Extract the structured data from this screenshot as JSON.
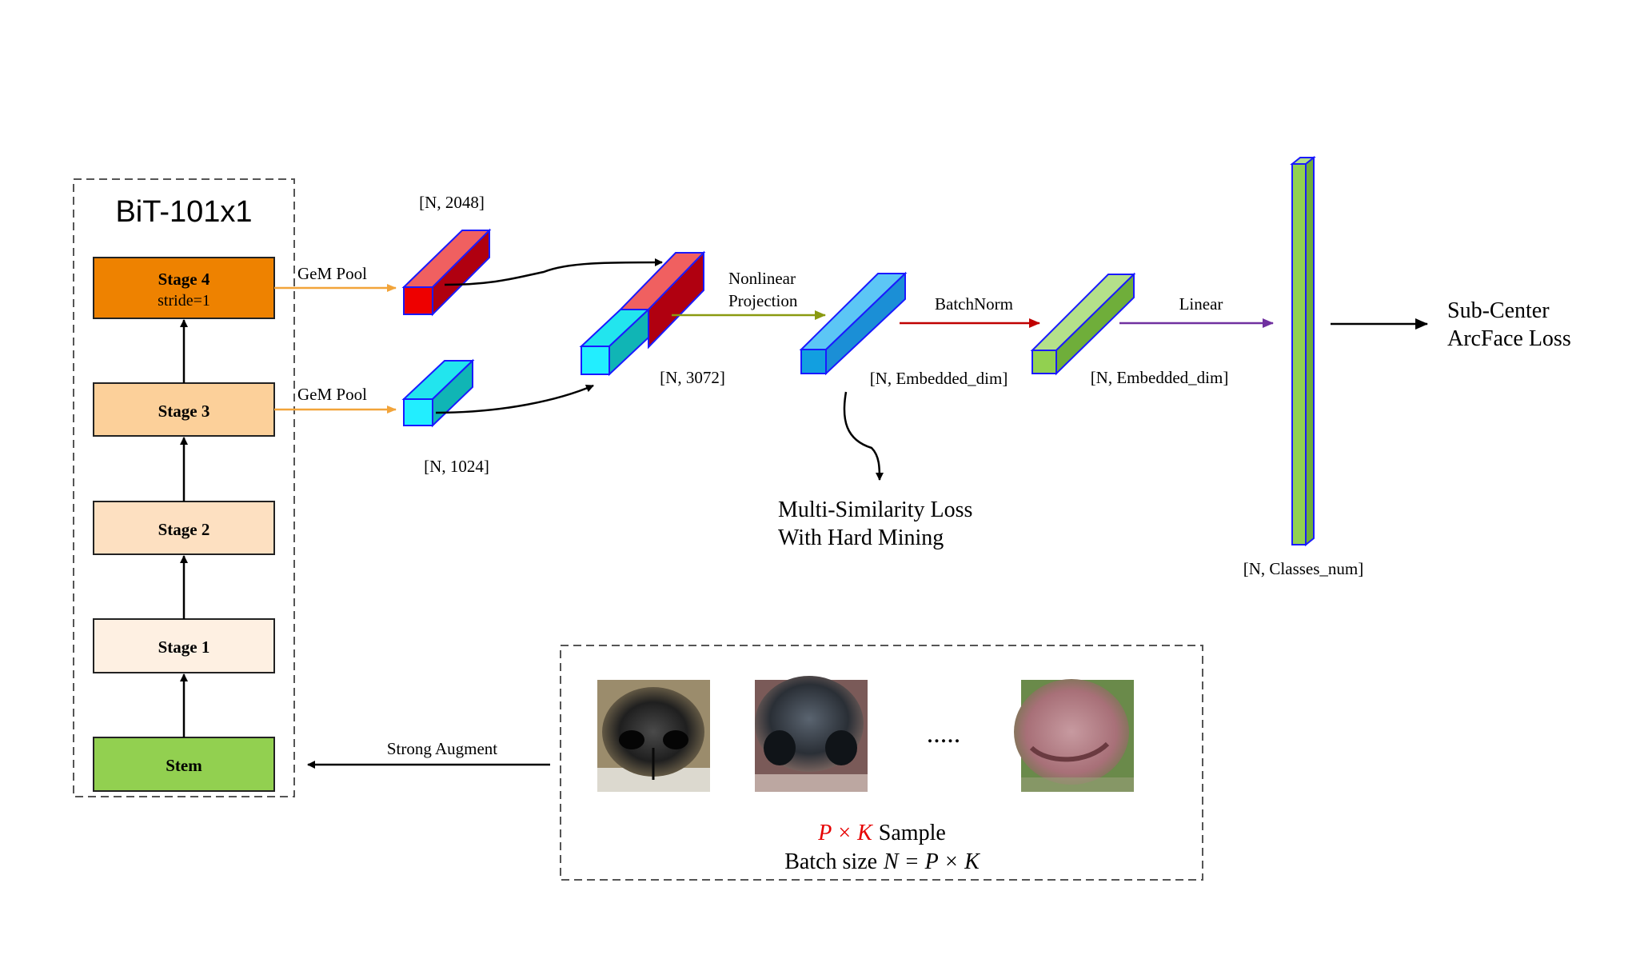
{
  "backbone": {
    "title": "BiT-101x1",
    "stages": {
      "stage4": {
        "label": "Stage 4",
        "sublabel": "stride=1",
        "color": "#ee8200"
      },
      "stage3": {
        "label": "Stage 3",
        "color": "#fcd09a"
      },
      "stage2": {
        "label": "Stage 2",
        "color": "#fde0c1"
      },
      "stage1": {
        "label": "Stage 1",
        "color": "#fef0e2"
      },
      "stem": {
        "label": "Stem",
        "color": "#92d050"
      }
    }
  },
  "edges": {
    "gem_pool_top": "GeM Pool",
    "gem_pool_bottom": "GeM Pool",
    "nonlinear_projection": [
      "Nonlinear",
      "Projection"
    ],
    "batchnorm": "BatchNorm",
    "linear": "Linear",
    "strong_augment": "Strong Augment"
  },
  "tensors": {
    "stage4_pooled": {
      "shape": "[N, 2048]",
      "color": "#ee3333"
    },
    "stage3_pooled": {
      "shape": "[N, 1024]",
      "color": "#22e5ee"
    },
    "concatenated": {
      "shape": "[N, 3072]"
    },
    "embedding": {
      "shape": "[N, Embedded_dim]",
      "color": "#2aaaee"
    },
    "normalized": {
      "shape": "[N, Embedded_dim]",
      "color": "#8fcd50"
    },
    "logits": {
      "shape": "[N, Classes_num]",
      "color": "#8fcd50"
    }
  },
  "losses": {
    "multi_similarity": [
      "Multi-Similarity Loss",
      "With Hard Mining"
    ],
    "arcface": [
      "Sub-Center",
      "ArcFace Loss"
    ]
  },
  "sampler": {
    "ellipsis": ".....",
    "sample_line": {
      "p": "P",
      "times": "×",
      "k": "K",
      "rest": "Sample"
    },
    "batch_line": {
      "prefix": "Batch size",
      "formula": "N = P × K"
    },
    "images": [
      "dark-dog-nose",
      "dark-cow-nose",
      "pink-cow-nose"
    ]
  },
  "colors": {
    "orange_arrow": "#f2a43a",
    "olive_arrow": "#8a9a10",
    "red_arrow": "#c00000",
    "purple_arrow": "#7030a0",
    "box_outline": "#3333cc",
    "accent_red": "#e60000"
  }
}
